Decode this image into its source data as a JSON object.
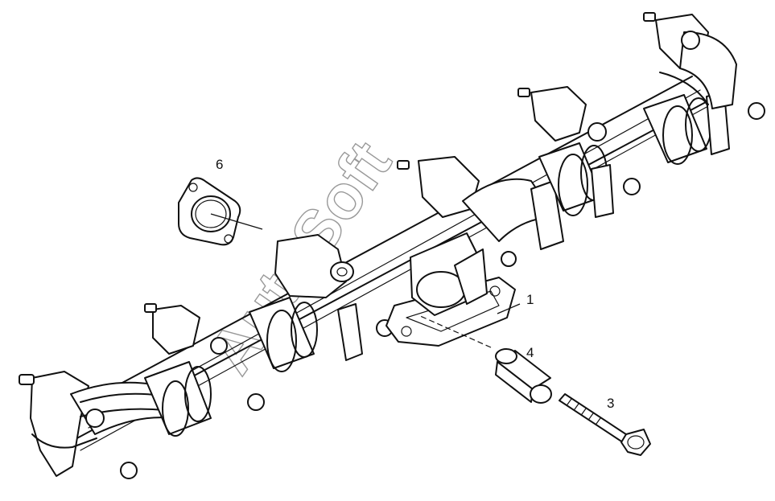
{
  "callouts": [
    {
      "id": "1",
      "label": "1"
    },
    {
      "id": "3",
      "label": "3"
    },
    {
      "id": "4",
      "label": "4"
    },
    {
      "id": "6",
      "label": "6"
    }
  ],
  "watermark": "AutoSoft",
  "parts": [
    "exhaust-manifold",
    "gasket",
    "spacer-sleeve",
    "bolt"
  ]
}
